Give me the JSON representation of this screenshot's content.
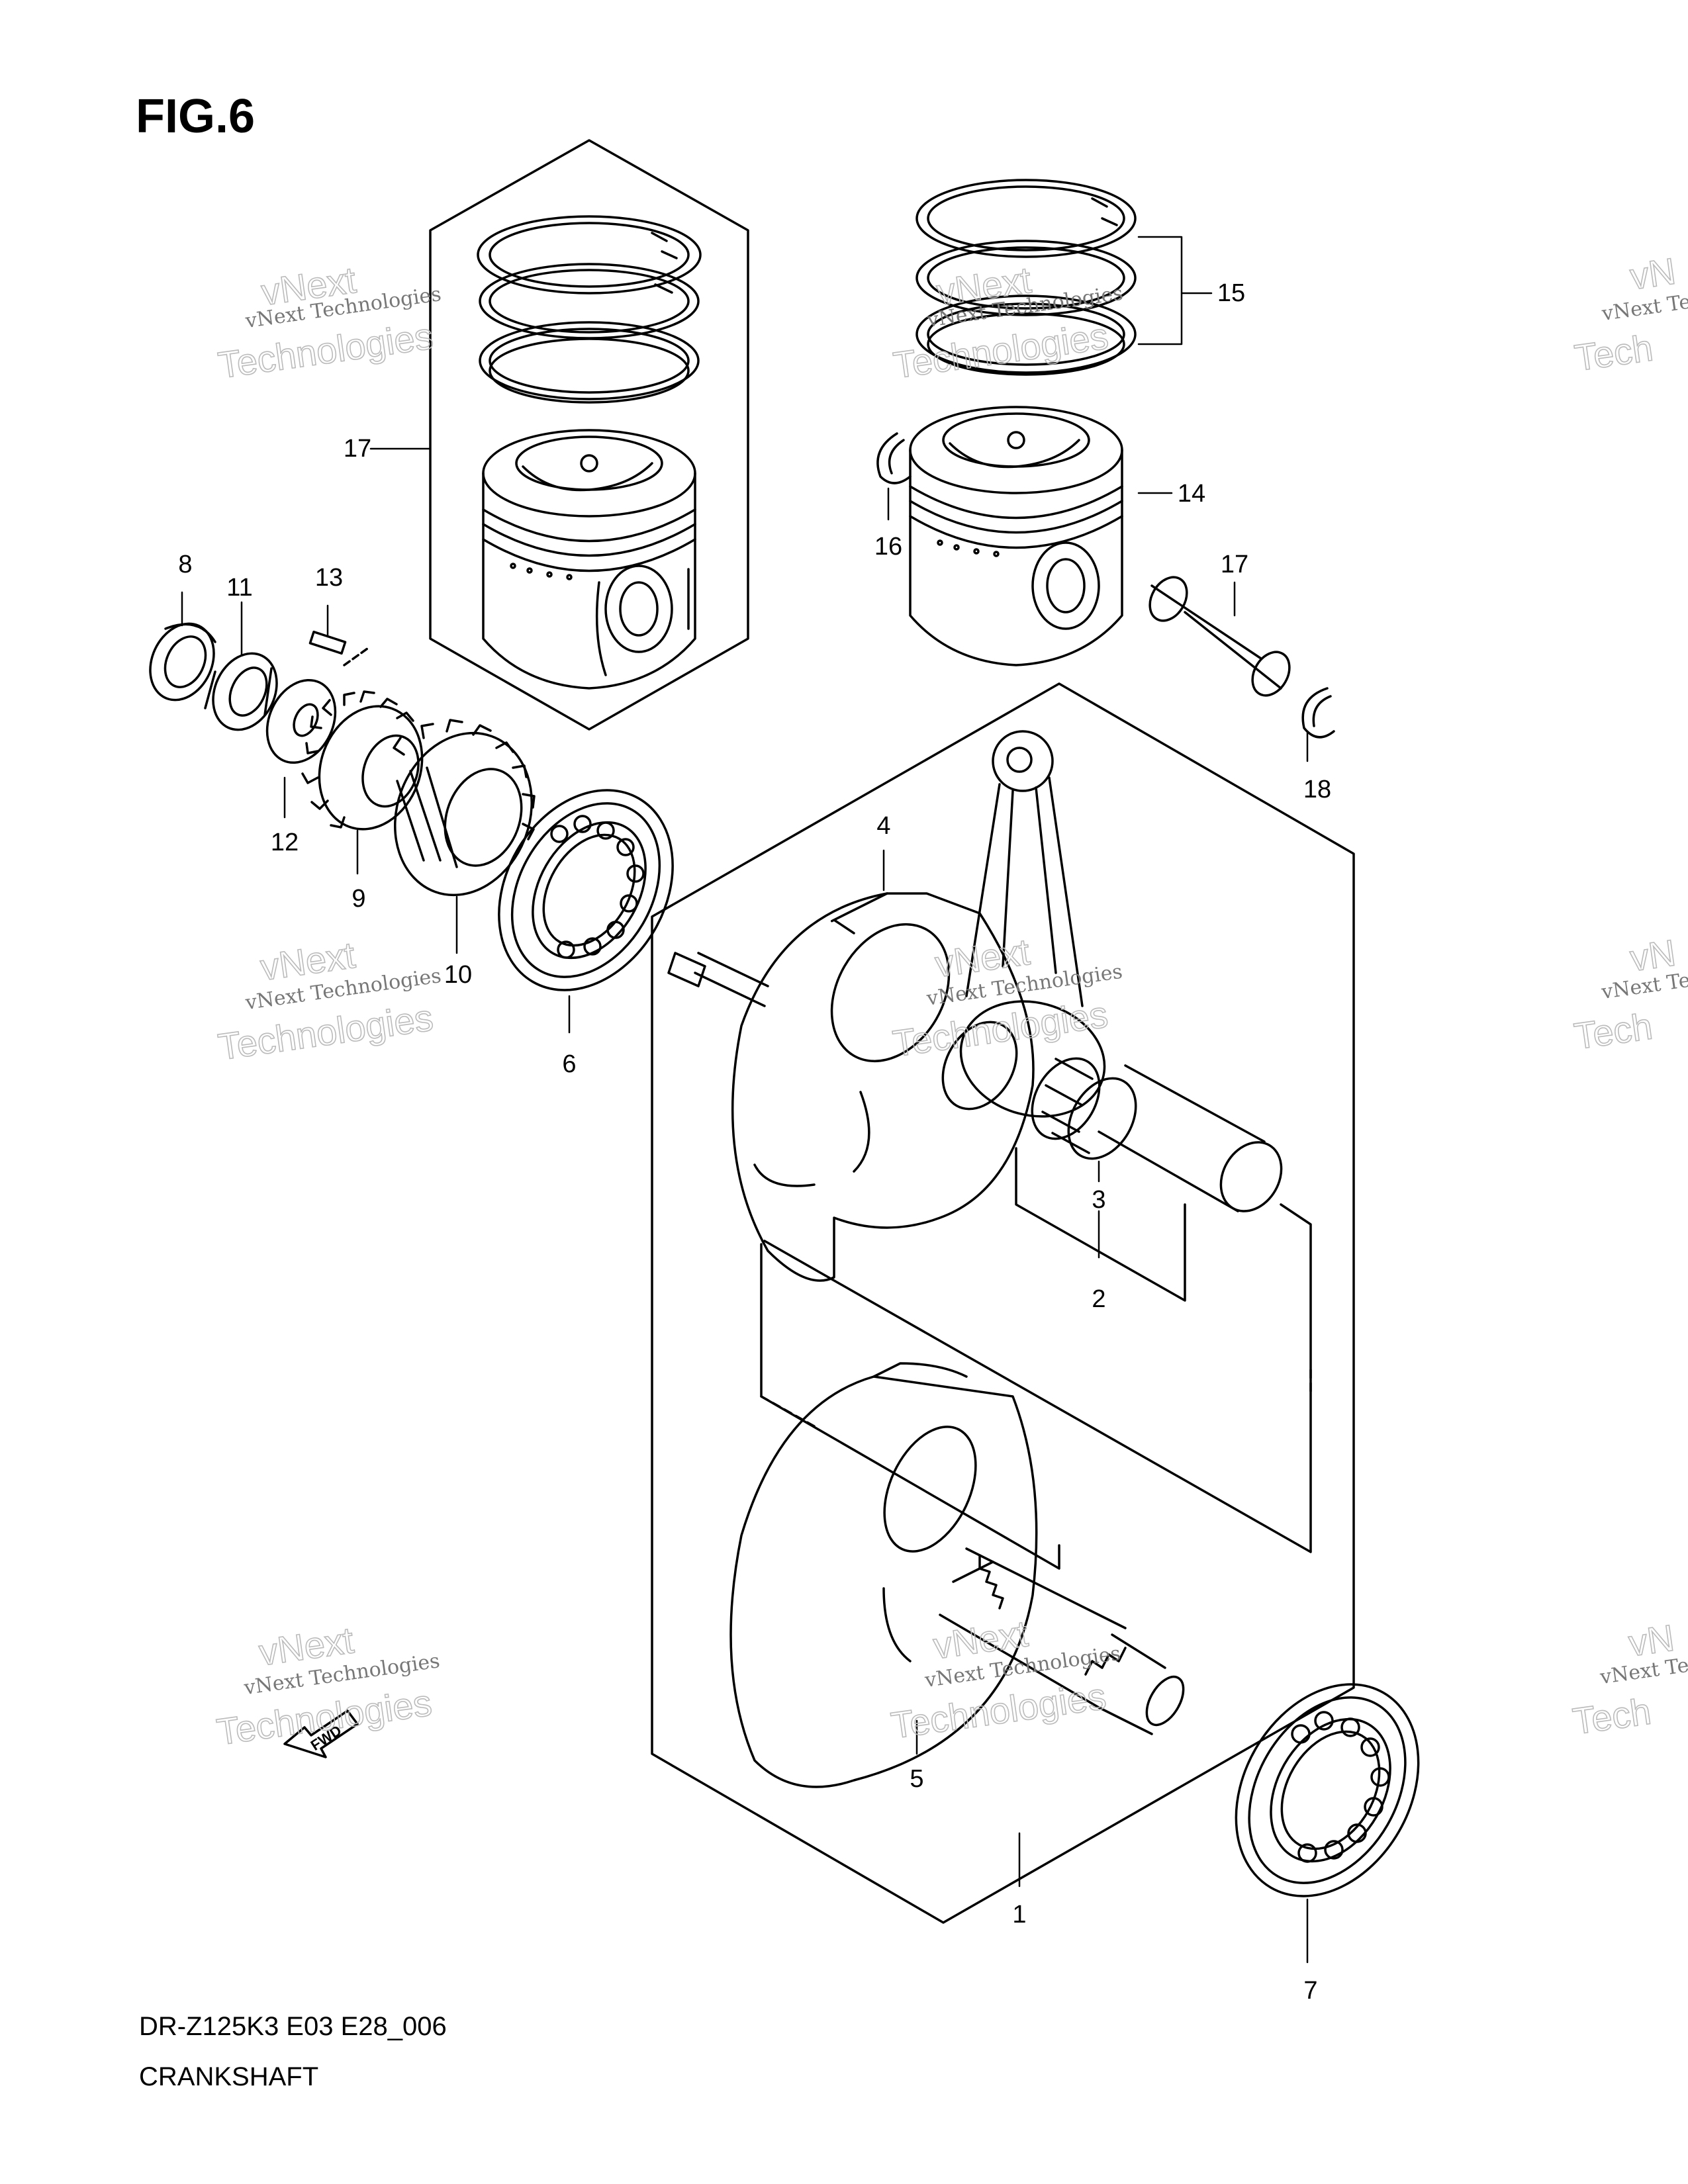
{
  "figure": {
    "title": "FIG.6"
  },
  "callouts": [
    "1",
    "2",
    "3",
    "4",
    "5",
    "6",
    "7",
    "8",
    "9",
    "10",
    "11",
    "12",
    "13",
    "14",
    "15",
    "16",
    "17",
    "17",
    "18"
  ],
  "watermark": {
    "line1": "vNext Technologies",
    "line2": "Technologies",
    "corner1": "vN",
    "corner2": "Tech",
    "top1": "vNext"
  },
  "fwd_label": "FWD",
  "footer": {
    "model_code": "DR-Z125K3 E03 E28_006",
    "section_name": "CRANKSHAFT"
  },
  "icons": [
    "fwd-arrow-icon"
  ]
}
